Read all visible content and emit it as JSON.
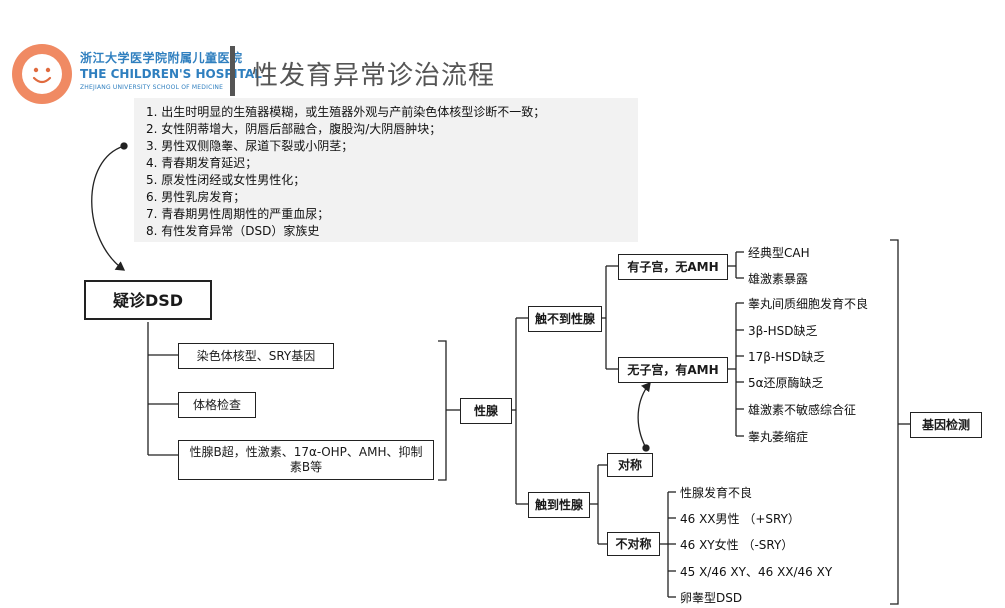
{
  "header": {
    "hospital_cn": "浙江大学医学院附属儿童医院",
    "hospital_en": "THE CHILDREN'S HOSPITAL",
    "hospital_sub": "ZHEJIANG UNIVERSITY SCHOOL OF MEDICINE",
    "title": "性发育异常诊治流程"
  },
  "criteria": [
    "1.  出生时明显的生殖器模糊，或生殖器外观与产前染色体核型诊断不一致；",
    "2.  女性阴蒂增大，阴唇后部融合，腹股沟/大阴唇肿块；",
    "3.  男性双侧隐睾、尿道下裂或小阴茎；",
    "4.  青春期发育延迟；",
    "5.  原发性闭经或女性男性化；",
    "6.  男性乳房发育；",
    "7.  青春期男性周期性的严重血尿；",
    "8.  有性发育异常（DSD）家族史"
  ],
  "nodes": {
    "suspect": "疑诊DSD",
    "karyotype": "染色体核型、SRY基因",
    "physical": "体格检查",
    "tests": "性腺B超，性激素、17α-OHP、AMH、抑制素B等",
    "gonad": "性腺",
    "not_palpable": "触不到性腺",
    "palpable": "触到性腺",
    "uterus_no_amh": "有子宫，无AMH",
    "no_uterus_amh": "无子宫，有AMH",
    "symmetric": "对称",
    "asymmetric": "不对称",
    "gene_test": "基因检测"
  },
  "leaves": {
    "group1": [
      "经典型CAH",
      "雄激素暴露"
    ],
    "group2": [
      "睾丸间质细胞发育不良",
      "3β-HSD缺乏",
      "17β-HSD缺乏",
      "5α还原酶缺乏",
      "雄激素不敏感综合征",
      "睾丸萎缩症"
    ],
    "group3": [
      "性腺发育不良",
      "46 XX男性 （+SRY）",
      "46 XY女性 （-SRY）",
      "45 X/46 XY、46 XX/46 XY",
      "卵睾型DSD"
    ]
  }
}
